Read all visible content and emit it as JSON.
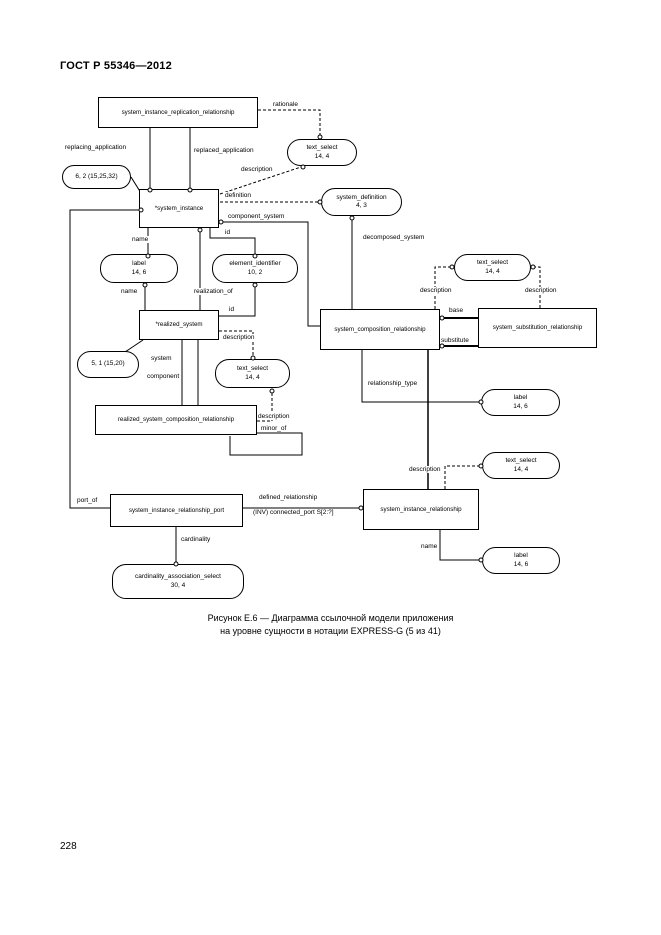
{
  "page": {
    "header_title": "ГОСТ Р 55346—2012",
    "page_number": "228"
  },
  "caption": {
    "line1": "Рисунок Е.6 — Диаграмма ссылочной модели приложения",
    "line2": "на уровне сущности в нотации EXPRESS-G (5 из 41)"
  },
  "diagram": {
    "entities": {
      "system_instance_replication_relationship": "system_instance_replication_relationship",
      "system_instance": "*system_instance",
      "realized_system": "*realized_system",
      "system_composition_relationship": "system_composition_relationship",
      "system_substitution_relationship": "system_substitution_relationship",
      "realized_system_composition_relationship": "realized_system_composition_relationship",
      "system_instance_relationship_port": "system_instance_relationship_port",
      "system_instance_relationship": "system_instance_relationship"
    },
    "types": {
      "text_select_top": {
        "name": "text_select",
        "ref": "14, 4"
      },
      "system_definition": {
        "name": "system_definition",
        "ref": "4, 3"
      },
      "page_ref_6_2": {
        "name": "6, 2 (15,25,32)"
      },
      "label_left": {
        "name": "label",
        "ref": "14, 6"
      },
      "element_identifier": {
        "name": "element_identifier",
        "ref": "10, 2"
      },
      "page_ref_5_1": {
        "name": "5, 1 (15,20)"
      },
      "text_select_mid": {
        "name": "text_select",
        "ref": "14, 4"
      },
      "text_select_right_top": {
        "name": "text_select",
        "ref": "14, 4"
      },
      "label_right_mid": {
        "name": "label",
        "ref": "14, 6"
      },
      "text_select_right_bottom": {
        "name": "text_select",
        "ref": "14, 4"
      },
      "label_right_bottom": {
        "name": "label",
        "ref": "14, 6"
      },
      "cardinality_association_select": {
        "name": "cardinality_association_select",
        "ref": "30, 4"
      }
    },
    "edge_labels": {
      "rationale": "rationale",
      "replacing_application": "replacing_application",
      "replaced_application": "replaced_application",
      "description_definition_area": "description",
      "definition": "definition",
      "component_system": "component_system",
      "id_system_instance": "id",
      "name_system_instance": "name",
      "name_realized_system": "name",
      "realization_of": "realization_of",
      "id_realized_system": "id",
      "decomposed_system": "decomposed_system",
      "description_composition": "description",
      "description_substitution": "description",
      "base": "base",
      "substitute": "substitute",
      "system": "system",
      "description_realized_system": "description",
      "component": "component",
      "description_realized_composition": "description",
      "minor_of": "minor_of",
      "relationship_type": "relationship_type",
      "description_instance_relationship": "description",
      "port_of": "port_of",
      "defined_relationship": "defined_relationship",
      "inv_connected_port": "(INV) connected_port S[2:?]",
      "cardinality": "cardinality",
      "name_instance_relationship": "name"
    }
  }
}
